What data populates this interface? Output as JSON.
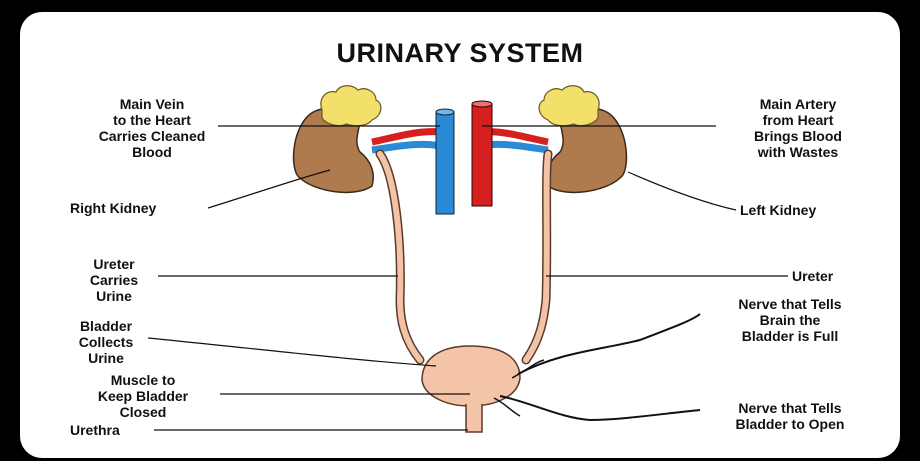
{
  "title": "URINARY SYSTEM",
  "labels": {
    "main_vein": [
      "Main Vein",
      "to the Heart",
      "Carries Cleaned",
      "Blood"
    ],
    "main_artery": [
      "Main Artery",
      "from Heart",
      "Brings Blood",
      "with Wastes"
    ],
    "right_kidney": "Right Kidney",
    "left_kidney": "Left Kidney",
    "ureter_left": [
      "Ureter",
      "Carries",
      "Urine"
    ],
    "ureter_right": "Ureter",
    "bladder": [
      "Bladder",
      "Collects",
      "Urine"
    ],
    "nerve_full": [
      "Nerve that Tells",
      "Brain the",
      "Bladder is Full"
    ],
    "muscle": [
      "Muscle to",
      "Keep Bladder",
      "Closed"
    ],
    "urethra": "Urethra",
    "nerve_open": [
      "Nerve that Tells",
      "Bladder to Open"
    ]
  },
  "colors": {
    "kidney": "#b07a4f",
    "fat": "#f2e06a",
    "vein": "#2a8ad6",
    "artery": "#d6201f",
    "ureter": "#f3c3a6",
    "bladder": "#f4c4a8"
  }
}
